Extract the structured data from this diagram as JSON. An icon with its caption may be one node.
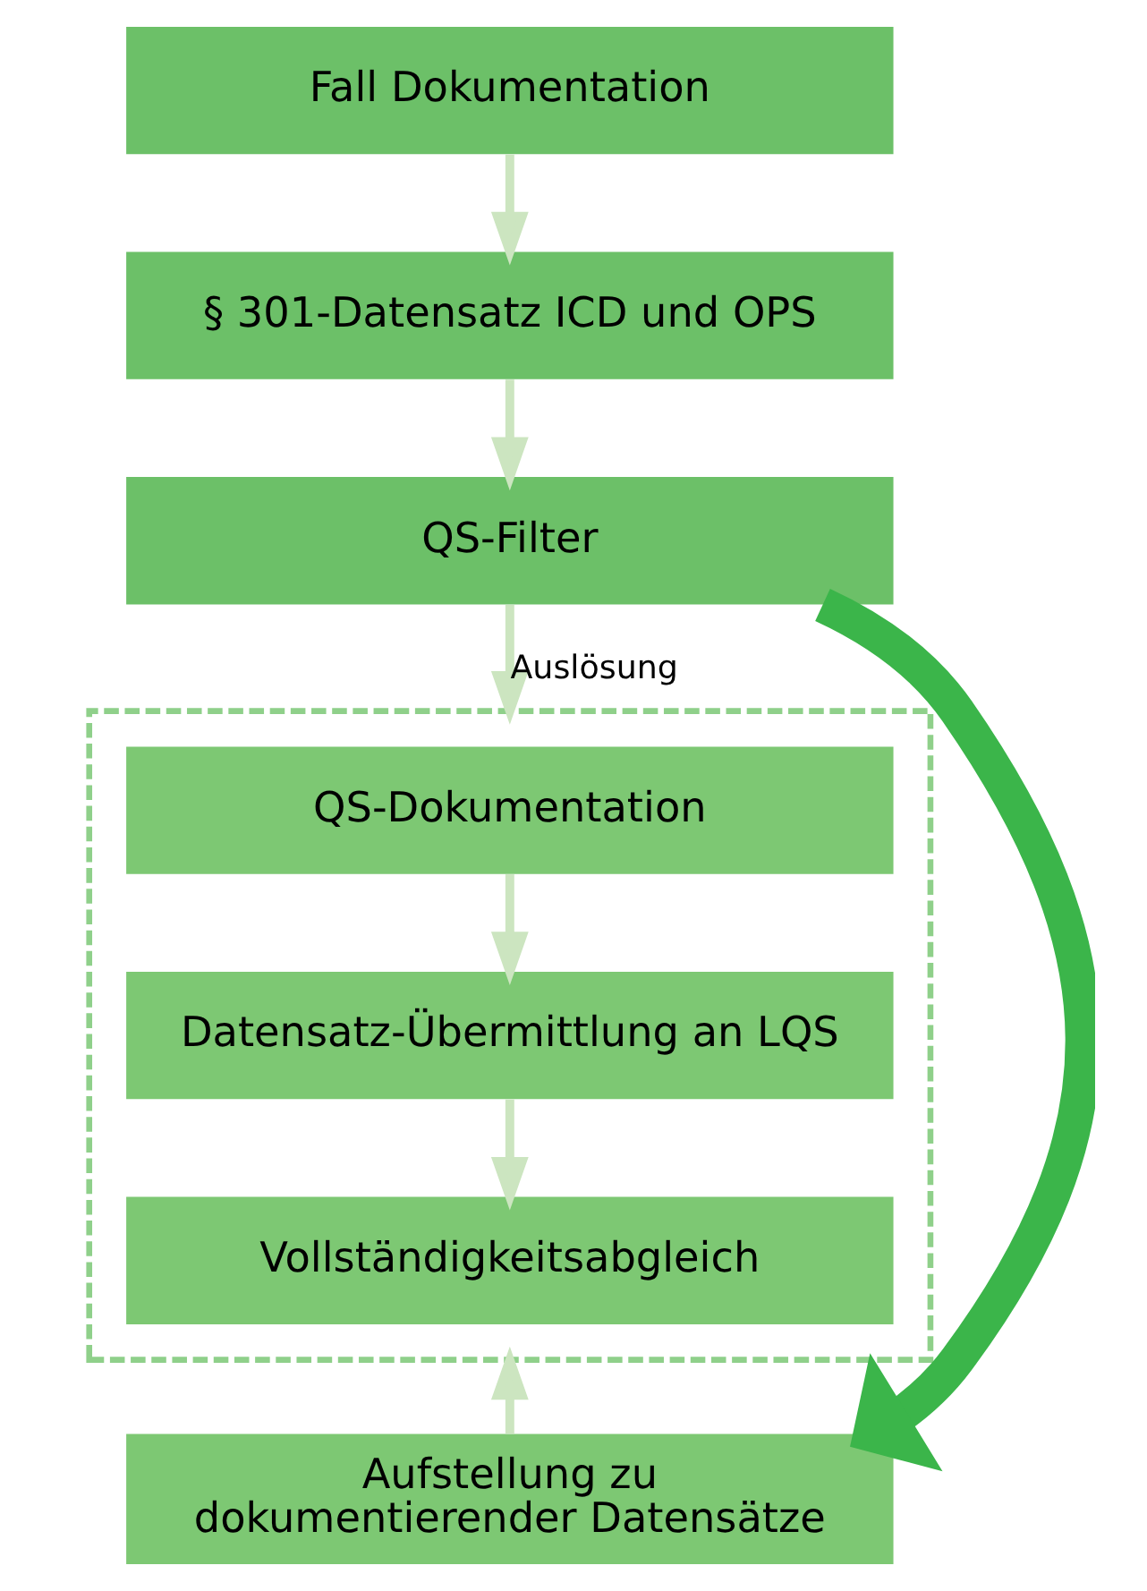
{
  "diagram": {
    "nodes": [
      {
        "text": [
          "Fall Dokumentation"
        ]
      },
      {
        "text": [
          "§ 301-Datensatz ICD und OPS"
        ]
      },
      {
        "text": [
          "QS-Filter"
        ]
      },
      {
        "text": [],
        "shape": "box"
      },
      {
        "text": [
          "QS-Dokumentation"
        ],
        "in": 3
      },
      {
        "text": [
          "Datensatz-Übermittlung an LQS"
        ],
        "in": 3
      },
      {
        "text": [
          "Vollständigkeitsabgleich"
        ],
        "in": 3
      },
      {
        "text": [
          "Aufstellung zu dokumentierender Datensätze"
        ]
      }
    ],
    "edges": [
      {
        "from": 0,
        "to": 1,
        "arrow": "to"
      },
      {
        "from": 1,
        "to": 2,
        "arrow": "to"
      },
      {
        "from": 2,
        "to": 3,
        "arrow": "to",
        "label": "Auslösung"
      },
      {
        "from": 4,
        "to": 5,
        "arrow": "to"
      },
      {
        "from": 5,
        "to": 6,
        "arrow": "to"
      },
      {
        "from": 7,
        "to": 3,
        "arrow": "to"
      },
      {
        "from": 2,
        "to": 7,
        "arrow": "to",
        "style": "thick",
        "color": "#3bb54a"
      }
    ]
  }
}
